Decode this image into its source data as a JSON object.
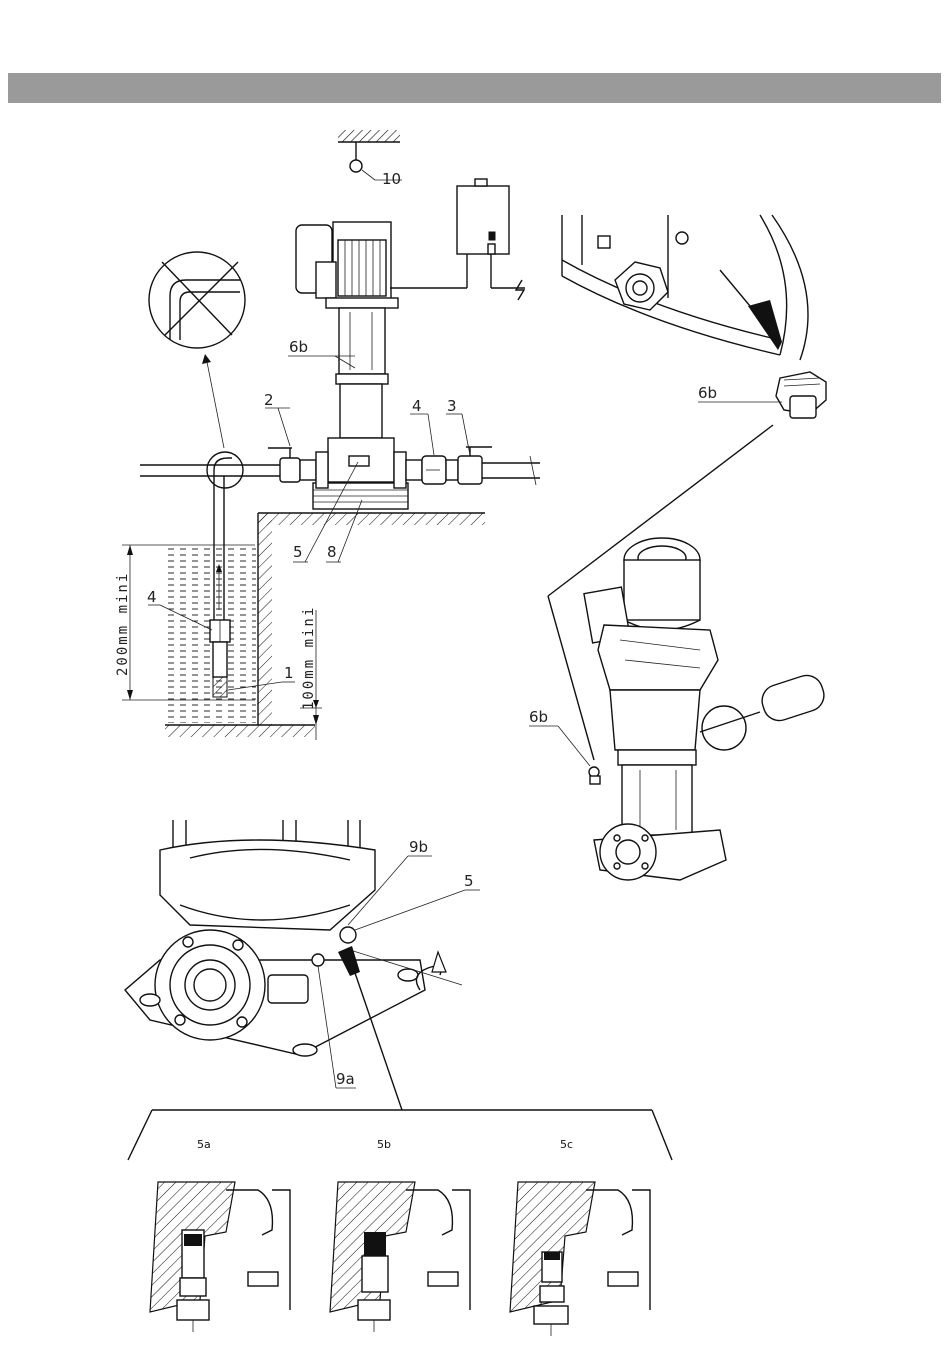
{
  "labels": {
    "l1": "1",
    "l2": "2",
    "l3": "3",
    "l4a": "4",
    "l4b": "4",
    "l5a": "5",
    "l5b": "5",
    "l6b_a": "6b",
    "l6b_b": "6b",
    "l6b_c": "6b",
    "l8": "8",
    "l9a": "9a",
    "l9b": "9b",
    "l10": "10",
    "dim200": "200mm mini",
    "dim100": "100mm mini",
    "d5a": "5a",
    "d5b": "5b",
    "d5c": "5c"
  }
}
